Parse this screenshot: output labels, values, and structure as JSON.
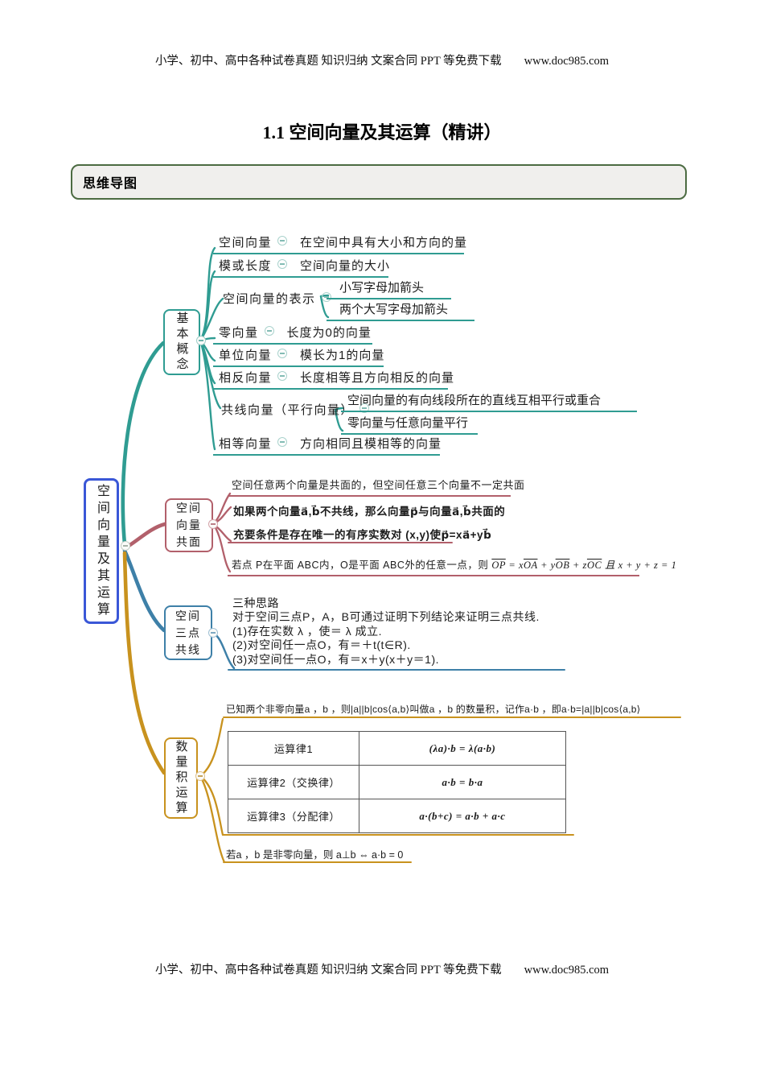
{
  "page": {
    "header_text": "小学、初中、高中各种试卷真题  知识归纳  文案合同  PPT 等免费下载",
    "header_url": "www.doc985.com",
    "title": "1.1 空间向量及其运算（精讲）",
    "section_label": "思维导图",
    "footer_text": "小学、初中、高中各种试卷真题  知识归纳  文案合同  PPT 等免费下载",
    "footer_url": "www.doc985.com"
  },
  "colors": {
    "teal": "#2f9c92",
    "rose": "#b2606b",
    "blue": "#3e80a8",
    "gold": "#c8921e",
    "root_border": "#3a57d7",
    "section_border": "#4c6b42"
  },
  "mindmap": {
    "root": "空间向量及其运算",
    "basic": {
      "node": "基本概念",
      "rows": [
        {
          "label": "空间向量",
          "desc": "在空间中具有大小和方向的量"
        },
        {
          "label": "模或长度",
          "desc": "空间向量的大小"
        },
        {
          "label": "空间向量的表示",
          "children": [
            "小写字母加箭头",
            "两个大写字母加箭头"
          ]
        },
        {
          "label": "零向量",
          "desc": "长度为0的向量"
        },
        {
          "label": "单位向量",
          "desc": "模长为1的向量"
        },
        {
          "label": "相反向量",
          "desc": "长度相等且方向相反的向量"
        },
        {
          "label": "共线向量（平行向量）",
          "children": [
            "空间向量的有向线段所在的直线互相平行或重合",
            "零向量与任意向量平行"
          ]
        },
        {
          "label": "相等向量",
          "desc": "方向相同且模相等的向量"
        }
      ]
    },
    "coplanar": {
      "node_lines": [
        "空间",
        "向量",
        "共面"
      ],
      "item1": "空间任意两个向量是共面的，但空间任意三个向量不一定共面",
      "item2_line1": "如果两个向量a⃗,b⃗不共线，那么向量p⃗与向量a⃗,b⃗共面的",
      "item2_line2": "充要条件是存在唯一的有序实数对 (x,y)使p⃗=xa⃗+yb⃗",
      "item3": {
        "pre": "若点 P在平面 ABC内，O是平面 ABC外的任意一点，则 ",
        "v1": "OP",
        "eq1": " = x",
        "v2": "OA",
        "eq2": " + y",
        "v3": "OB",
        "eq3": " + z",
        "v4": "OC",
        "post": " 且 x + y + z = 1"
      }
    },
    "collinear": {
      "node_lines": [
        "空间",
        "三点",
        "共线"
      ],
      "lines": [
        "三种思路",
        "对于空间三点P，A，B可通过证明下列结论来证明三点共线.",
        "(1)存在实数 λ ，使＝ λ 成立.",
        "(2)对空间任一点O，有＝＋t(t∈R).",
        "(3)对空间任一点O，有＝x＋y(x＋y＝1)."
      ]
    },
    "dot": {
      "node": "数量积运算",
      "intro": "已知两个非零向量a ，b ，则|a||b|cos⟨a,b⟩叫做a ，b 的数量积，记作a·b ，即a·b=|a||b|cos⟨a,b⟩",
      "table": [
        {
          "name": "运算律1",
          "formula": "(λa)·b = λ(a·b)"
        },
        {
          "name": "运算律2（交换律）",
          "formula": "a·b = b·a"
        },
        {
          "name": "运算律3（分配律）",
          "formula": "a·(b+c) = a·b + a·c"
        }
      ],
      "note": "若a ，b 是非零向量，则 a⊥b ⇔ a·b = 0"
    }
  }
}
